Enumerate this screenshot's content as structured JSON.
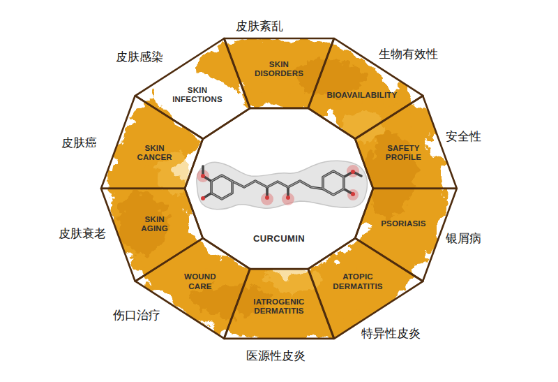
{
  "diagram": {
    "nodes": [
      {
        "text": [
          "SKIN DISORDERS",
          "皮肤紊乱"
        ]
      },
      {
        "text": [
          "BIOAVAILABILITY",
          "生物有效性"
        ]
      },
      {
        "text": [
          "SAFETY PROFILE",
          "安全性"
        ]
      },
      {
        "text": [
          "PSORIASIS",
          "银屑病"
        ]
      },
      {
        "text": [
          "ATOPIC DERMATITIS",
          "特异性皮炎"
        ]
      },
      {
        "text": [
          "IATROGENIC DERMATITIS",
          "医源性皮炎"
        ]
      },
      {
        "text": [
          "WOUND CARE",
          "伤口治疗"
        ]
      },
      {
        "text": [
          "SKIN AGING",
          "皮肤衰老"
        ]
      },
      {
        "text": [
          "SKIN CANCER",
          "皮肤癌"
        ]
      },
      {
        "text": [
          "SKIN INFECTIONS",
          "皮肤感染"
        ]
      },
      {
        "text": [
          "CURCUMIN"
        ]
      }
    ]
  }
}
